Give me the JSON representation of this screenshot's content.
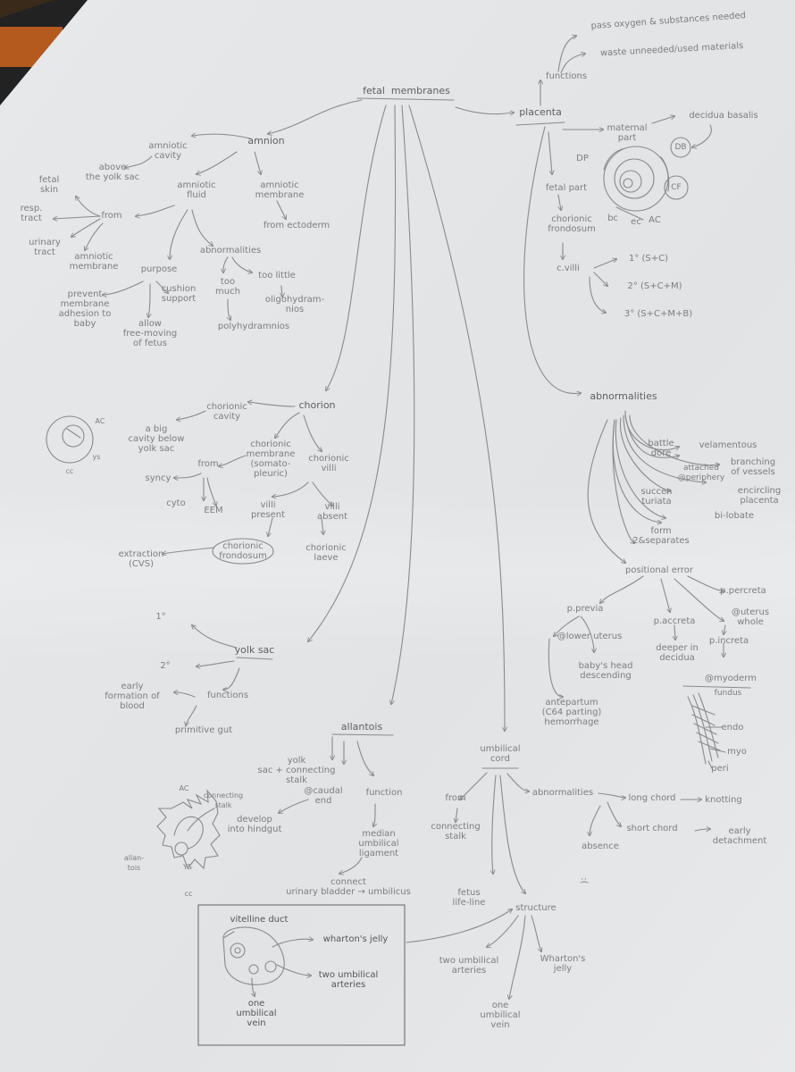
{
  "root": "fetal  membranes",
  "placenta": {
    "title": "placenta",
    "functions": "functions",
    "pass": "pass oxygen & substances needed",
    "waste": "waste unneeded/used materials",
    "maternal_part": "maternal\npart",
    "decidua_basalis": "decidua basalis",
    "fetal_part": "fetal part",
    "chorionic_frondosum": "chorionic\nfrondosum",
    "c_villi": "c.villi",
    "villi_1": "1° (S+C)",
    "villi_2": "2° (S+C+M)",
    "villi_3": "3° (S+C+M+B)",
    "sketch_labels": [
      "DP",
      "DB",
      "CF",
      "bc",
      "ec",
      "AC"
    ]
  },
  "placenta_abnormalities": {
    "title": "abnormalities",
    "battledore": "battle\ndore",
    "velamentous": "velamentous",
    "branching": "branching\nof vessels",
    "attached": "attached\n@periphery",
    "encircling": "encircling\nplacenta",
    "succenturiata": "succen\nturiata",
    "bilobate": "bi-lobate",
    "form": "form\n2&separates",
    "positional": "positional error",
    "previa": "p.previa",
    "lower_uterus": "@lower uterus",
    "babys_head": "baby's head\ndescending",
    "antepartum": "antepartum\n(C64 parting)\nhemorrhage",
    "accreta": "p.accreta",
    "deeper": "deeper in\ndecidua",
    "increta": "p.increta",
    "myometrium": "@myoderm",
    "fundus": "fundus",
    "percreta": "p.percreta",
    "uterus_whole": "@uterus\nwhole",
    "layers": [
      "endo",
      "myo",
      "peri"
    ]
  },
  "amnion": {
    "title": "amnion",
    "amniotic_cavity": "amniotic\ncavity",
    "above_yolk": "above\nthe yolk sac",
    "amniotic_fluid": "amniotic\nfluid",
    "amniotic_membrane": "amniotic\nmembrane",
    "from_ectoderm": "from ectoderm",
    "from": "from",
    "fetal_skin": "fetal\nskin",
    "resp_tract": "resp.\ntract",
    "urinary_tract": "urinary\ntract",
    "amniotic_membrane2": "amniotic\nmembrane",
    "purpose": "purpose",
    "prevent": "prevent\nmembrane\nadhesion to\nbaby",
    "allow": "allow\nfree-moving\nof fetus",
    "cushion": "cushion\nsupport",
    "abnormalities": "abnormalities",
    "too_much": "too\nmuch",
    "too_little": "too little",
    "poly": "polyhydramnios",
    "oligo": "oligohydram-\nnios"
  },
  "chorion": {
    "title": "chorion",
    "cavity": "chorionic\ncavity",
    "big_cavity": "a big\ncavity below\nyolk sac",
    "membrane": "chorionic\nmembrane\n(somato-\npleuric)",
    "villi": "chorionic\nvilli",
    "from": "from",
    "syncy": "syncy",
    "cyto": "cyto",
    "eem": "EEM",
    "villi_present": "villi\npresent",
    "villi_absent": "villi\nabsent",
    "frondosum": "chorionic\nfrondosum",
    "laeve": "chorionic\nlaeve",
    "extraction": "extraction\n(CVS)",
    "sketch_labels": [
      "AC",
      "cc",
      "ys"
    ]
  },
  "yolk_sac": {
    "title": "yolk sac",
    "first": "1°",
    "second": "2°",
    "functions": "functions",
    "early_blood": "early\nformation of\nblood",
    "primitive_gut": "primitive gut"
  },
  "allantois": {
    "title": "allantois",
    "yolk_stalk": "yolk\nsac + connecting\nstalk",
    "caudal": "@caudal\nend",
    "function": "function",
    "hindgut": "develop\ninto hindgut",
    "median": "median\numbilical\nligament",
    "connect": "connect\nurinary bladder → umbilicus",
    "sketch_labels": [
      "AC",
      "connecting\nstalk",
      "allan-\ntois",
      "YS",
      "cc"
    ]
  },
  "umbilical": {
    "title": "umbilical\ncord",
    "from": "from",
    "connecting_stalk": "connecting\nstalk",
    "fetus_lifeline": "fetus\nlife-line",
    "structure": "structure",
    "two_arteries": "two umbilical\narteries",
    "one_vein": "one\numbilical\nvein",
    "whartons": "Wharton's\njelly",
    "abnormalities": "abnormalities",
    "long_chord": "long chord",
    "knotting": "knotting",
    "short_chord": "short chord",
    "early_detach": "early\ndetachment",
    "absence": "absence",
    "frown": ":("
  },
  "inset": {
    "vitelline": "vitelline duct",
    "whartons": "wharton's jelly",
    "arteries": "two umbilical\narteries",
    "vein": "one\numbilical\nvein"
  }
}
